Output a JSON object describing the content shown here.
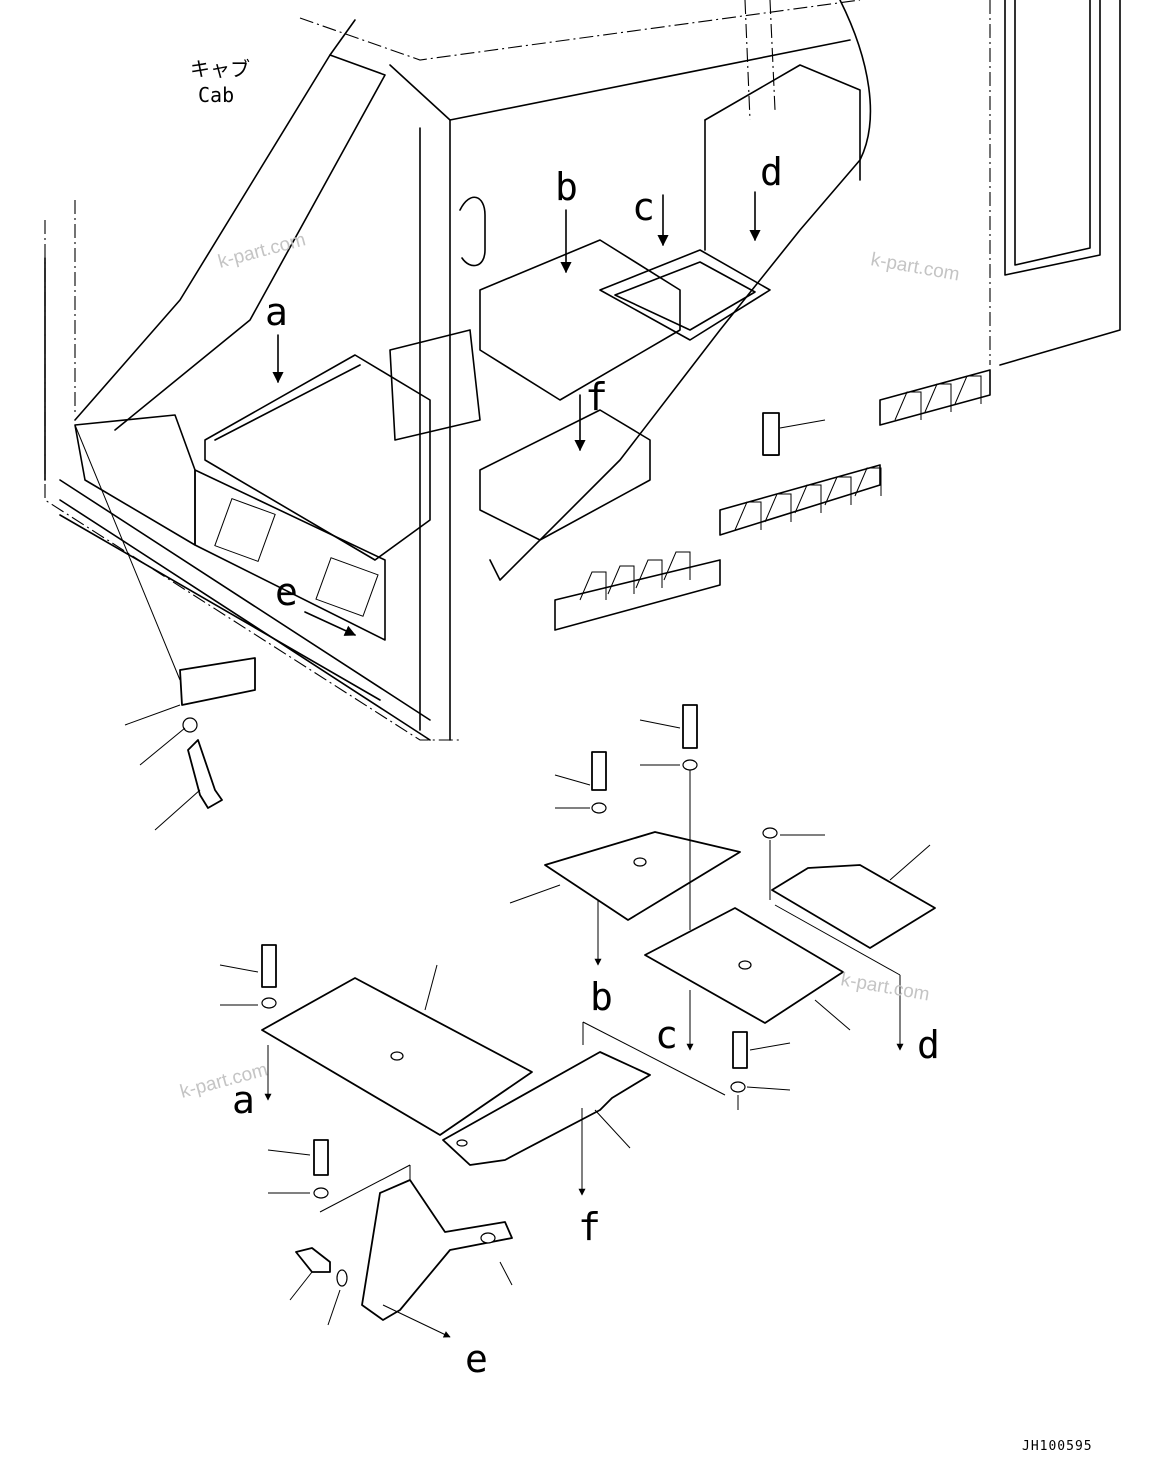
{
  "cab_label": {
    "japanese": "キャブ",
    "english": "Cab"
  },
  "watermark": "k-part.com",
  "drawing_code": "JH100595",
  "reference_labels": {
    "a": "a",
    "b": "b",
    "c": "c",
    "d": "d",
    "e": "e",
    "f": "f"
  }
}
